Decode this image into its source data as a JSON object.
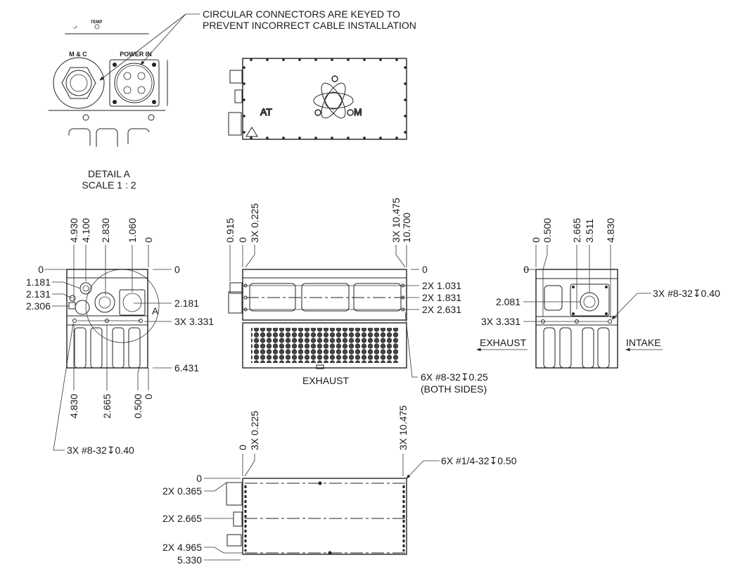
{
  "callout": {
    "line1": "CIRCULAR CONNECTORS ARE KEYED TO",
    "line2": "PREVENT INCORRECT CABLE INSTALLATION"
  },
  "detail": {
    "title": "DETAIL A",
    "scale": "SCALE 1 : 2",
    "mc": "M & C",
    "power_in": "POWER IN",
    "temp": "TEMP",
    "marker": "A"
  },
  "logo": {
    "text": "ATOM"
  },
  "front_left": {
    "top_dims": [
      "4.930",
      "4.100",
      "2.830",
      "1.060",
      "0"
    ],
    "left_dims": [
      "0",
      "1.181",
      "2.131",
      "2.306"
    ],
    "right_dims": [
      "0",
      "2.181",
      "3X 3.331",
      "6.431"
    ],
    "bottom_dims": [
      "4.830",
      "2.665",
      "0.500",
      "0"
    ],
    "note": "3X #8-32↧0.40"
  },
  "center": {
    "top_dims": [
      "0.915",
      "0",
      "3X 0.225",
      "3X 10.475",
      "10.700"
    ],
    "right_dims": [
      "0",
      "2X 1.031",
      "2X 1.831",
      "2X 2.631"
    ],
    "label": "EXHAUST",
    "note1": "6X #8-32↧0.25",
    "note2": "(BOTH SIDES)"
  },
  "right_view": {
    "top_dims": [
      "0",
      "0.500",
      "2.665",
      "3.511",
      "4.830"
    ],
    "left_dims": [
      "0",
      "2.081",
      "3X 3.331"
    ],
    "note": "3X #8-32↧0.40",
    "exhaust": "EXHAUST",
    "intake": "INTAKE"
  },
  "bottom_view": {
    "top_dims": [
      "0",
      "3X 0.225",
      "3X 10.475"
    ],
    "left_dims": [
      "0",
      "2X 0.365",
      "2X 2.665",
      "2X 4.965",
      "5.330"
    ],
    "note": "6X #1/4-32↧0.50"
  }
}
